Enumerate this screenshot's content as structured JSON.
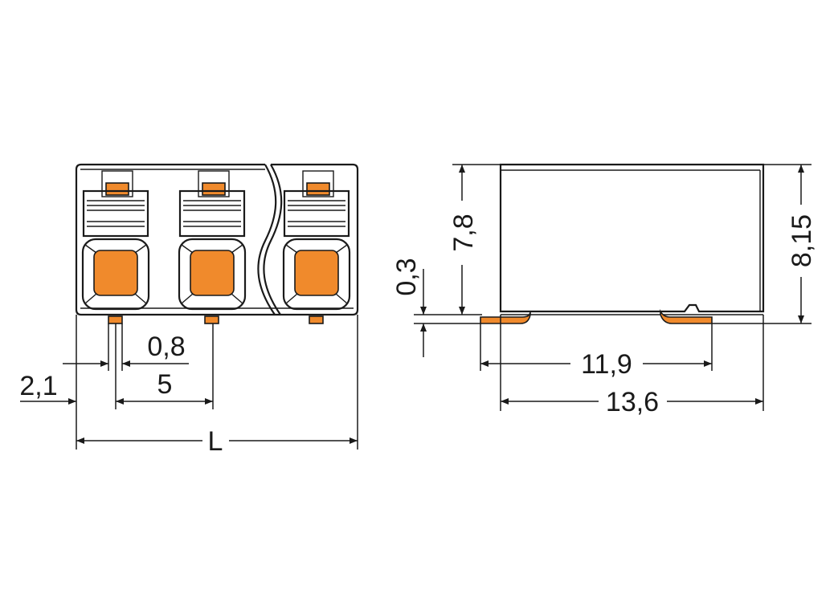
{
  "colors": {
    "line": "#1a1a1a",
    "accent": "#f08a2c"
  },
  "front_view": {
    "dims": {
      "pin_offset": "2,1",
      "pin_width": "0,8",
      "pitch": "5",
      "length": "L"
    }
  },
  "side_view": {
    "dims": {
      "standoff": "0,3",
      "height_body": "7,8",
      "height_total": "8,15",
      "pin_span": "11,9",
      "depth": "13,6"
    }
  }
}
